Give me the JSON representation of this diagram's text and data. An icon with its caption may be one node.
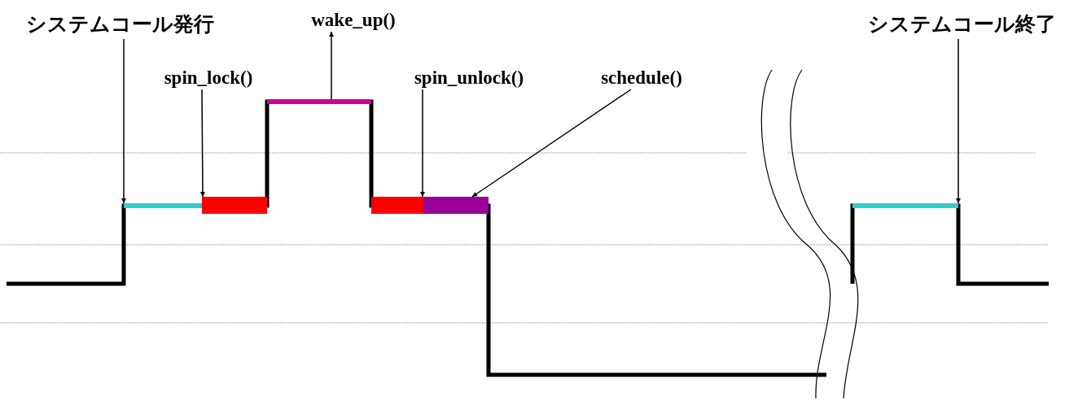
{
  "diagram": {
    "nodes": [
      {
        "text": [
          "システムコール発行"
        ]
      },
      {
        "text": [
          "spin_lock()"
        ]
      },
      {
        "text": [
          "wake_up()"
        ]
      },
      {
        "text": [
          "spin_unlock()"
        ]
      },
      {
        "text": [
          "schedule()"
        ]
      },
      {
        "text": [
          "システムコール終了"
        ]
      },
      {
        "text": [],
        "shape": "bar"
      },
      {
        "text": [],
        "shape": "bar"
      },
      {
        "text": [],
        "shape": "bar"
      },
      {
        "text": [],
        "shape": "bar"
      },
      {
        "text": [],
        "shape": "bar"
      },
      {
        "text": [],
        "shape": "bar"
      }
    ],
    "edges": [
      {
        "from": 0,
        "to": 6,
        "arrow": "to"
      },
      {
        "from": 1,
        "to": 7,
        "arrow": "to"
      },
      {
        "from": 8,
        "to": 2,
        "arrow": "to"
      },
      {
        "from": 3,
        "to": 9,
        "arrow": "to"
      },
      {
        "from": 4,
        "to": 10,
        "arrow": "to"
      },
      {
        "from": 5,
        "to": 11,
        "arrow": "to"
      }
    ]
  }
}
